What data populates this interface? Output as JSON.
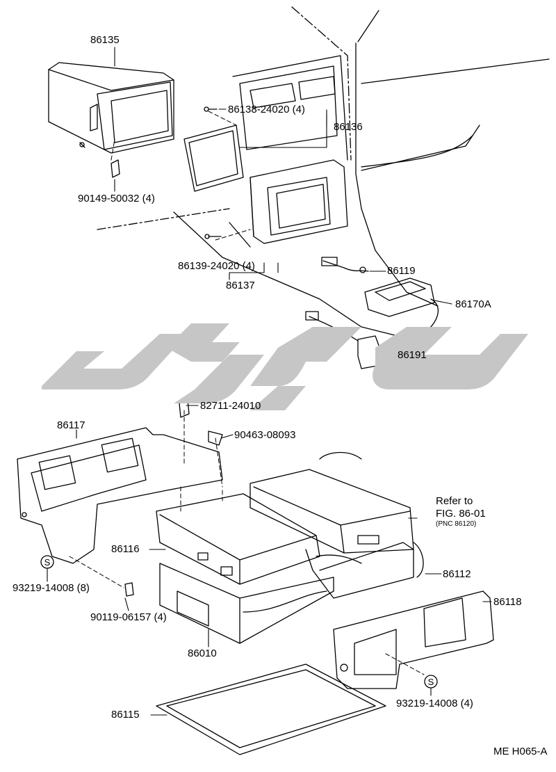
{
  "diagram": {
    "figure_code": "ME H065-A",
    "callouts": {
      "p86135": "86135",
      "p86138": "86138-24020 (4)",
      "p86136": "86136",
      "p90149": "90149-50032 (4)",
      "p86139": "86139-24020 (4)",
      "p86137": "86137",
      "p86119": "86119",
      "p86170A": "86170A",
      "p86191": "86191",
      "p82711": "82711-24010",
      "p90463": "90463-08093",
      "p86117": "86117",
      "p86116": "86116",
      "p86112": "86112",
      "p86118": "86118",
      "p93219a": "93219-14008 (8)",
      "p90119": "90119-06157 (4)",
      "p86010": "86010",
      "p93219b": "93219-14008 (4)",
      "p86115": "86115"
    },
    "reference": {
      "line1": "Refer to",
      "line2": "FIG. 86-01",
      "line3": "(PNC 86120)"
    },
    "washer_symbol": "S"
  }
}
